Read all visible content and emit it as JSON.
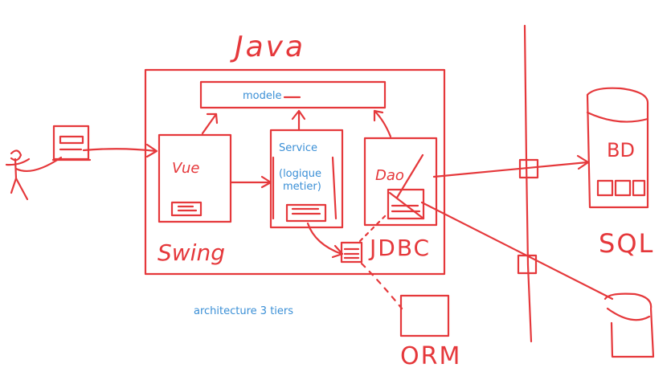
{
  "colors": {
    "ink": "#e5383b",
    "typed_text": "#3a8fd6",
    "background": "#ffffff"
  },
  "labels": {
    "java": "Java",
    "modele": "modele",
    "service": "Service",
    "logique_line1": "(logique",
    "logique_line2": "metier)",
    "vue": "Vue",
    "dao": "Dao",
    "swing": "Swing",
    "jdbc": "JDBC",
    "caption": "architecture 3 tiers",
    "bd": "BD",
    "sql": "SQL",
    "orm": "ORM"
  }
}
